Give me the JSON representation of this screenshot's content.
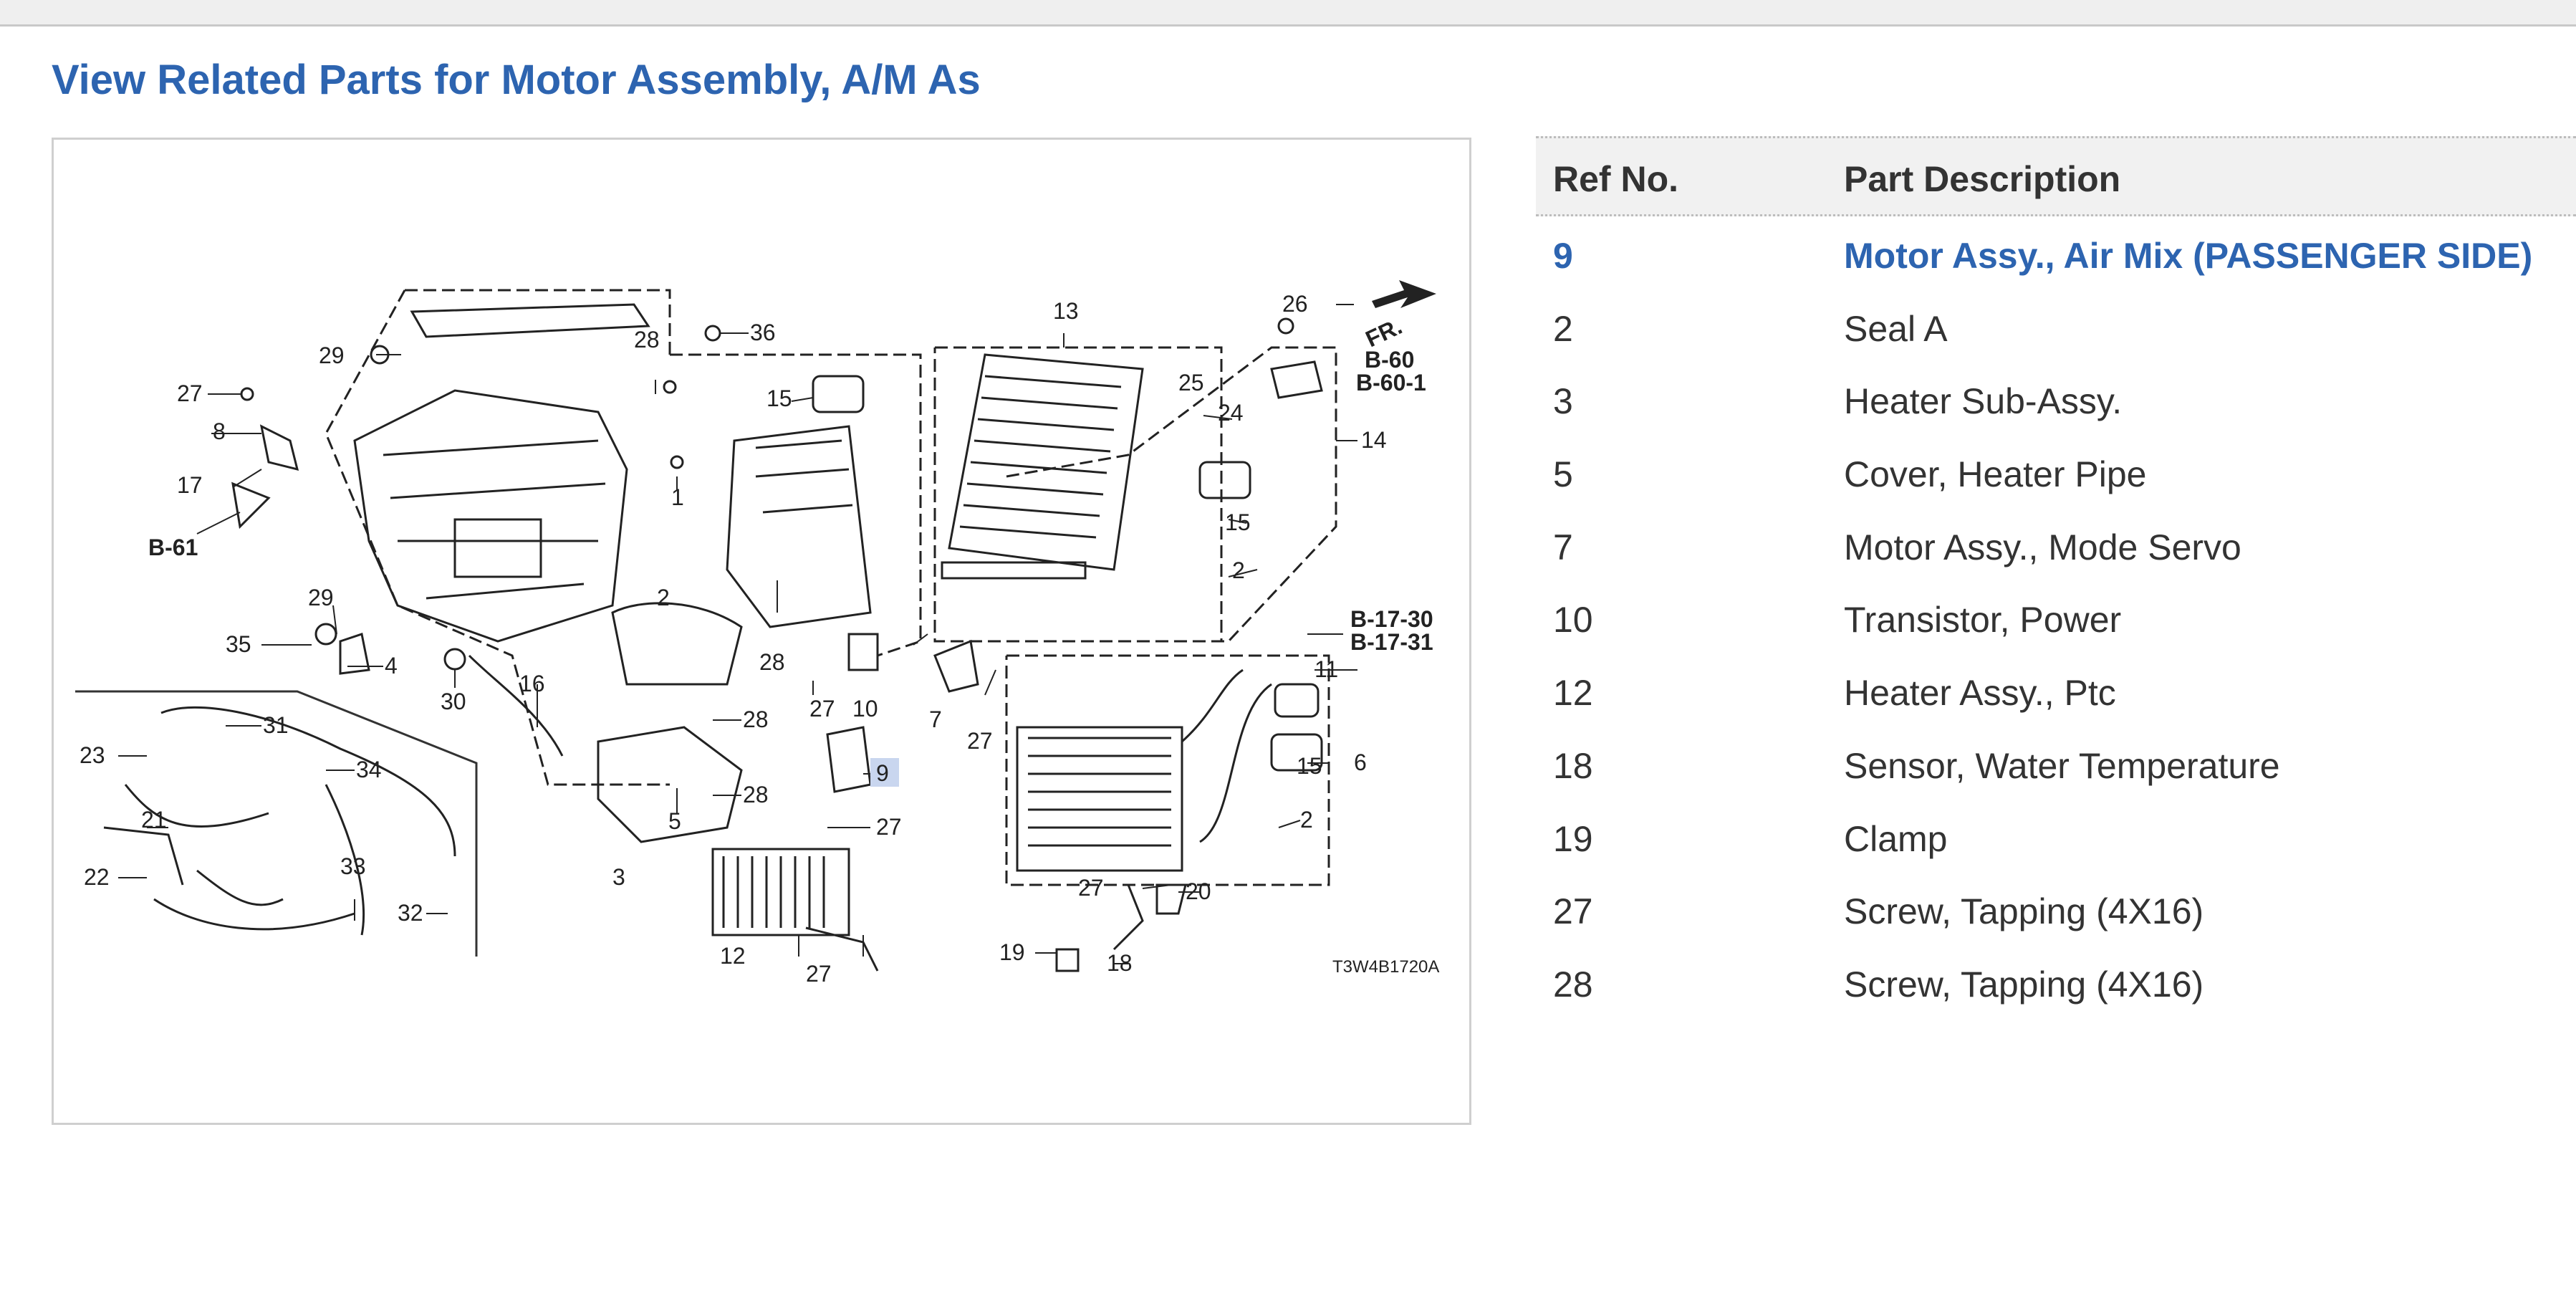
{
  "page": {
    "title": "View Related Parts for Motor Assembly, A/M As"
  },
  "diagram": {
    "code": "T3W4B1720A",
    "selected_ref": "9",
    "callouts": [
      "27",
      "8",
      "17",
      "B-61",
      "29",
      "28",
      "36",
      "15",
      "13",
      "26",
      "FR.",
      "B-60",
      "B-60-1",
      "25",
      "24",
      "14",
      "1",
      "15",
      "2",
      "2",
      "29",
      "35",
      "4",
      "30",
      "16",
      "28",
      "B-17-30",
      "B-17-31",
      "11",
      "31",
      "23",
      "34",
      "21",
      "22",
      "33",
      "32",
      "28",
      "27",
      "10",
      "7",
      "27",
      "15",
      "6",
      "28",
      "9",
      "27",
      "5",
      "2",
      "3",
      "12",
      "27",
      "20",
      "27",
      "19",
      "18"
    ]
  },
  "table": {
    "headers": {
      "ref": "Ref No.",
      "desc": "Part Description"
    },
    "rows": [
      {
        "ref": "9",
        "desc": "Motor Assy., Air Mix (PASSENGER SIDE)",
        "active": true
      },
      {
        "ref": "2",
        "desc": "Seal A",
        "active": false
      },
      {
        "ref": "3",
        "desc": "Heater Sub-Assy.",
        "active": false
      },
      {
        "ref": "5",
        "desc": "Cover, Heater Pipe",
        "active": false
      },
      {
        "ref": "7",
        "desc": "Motor Assy., Mode Servo",
        "active": false
      },
      {
        "ref": "10",
        "desc": "Transistor, Power",
        "active": false
      },
      {
        "ref": "12",
        "desc": "Heater Assy., Ptc",
        "active": false
      },
      {
        "ref": "18",
        "desc": "Sensor, Water Temperature",
        "active": false
      },
      {
        "ref": "19",
        "desc": "Clamp",
        "active": false
      },
      {
        "ref": "27",
        "desc": "Screw, Tapping (4X16)",
        "active": false
      },
      {
        "ref": "28",
        "desc": "Screw, Tapping (4X16)",
        "active": false
      }
    ]
  },
  "colors": {
    "link_blue": "#2d64b0",
    "text": "#333333",
    "header_bg": "#f1f1f1",
    "highlight": "#c9d6ef"
  }
}
